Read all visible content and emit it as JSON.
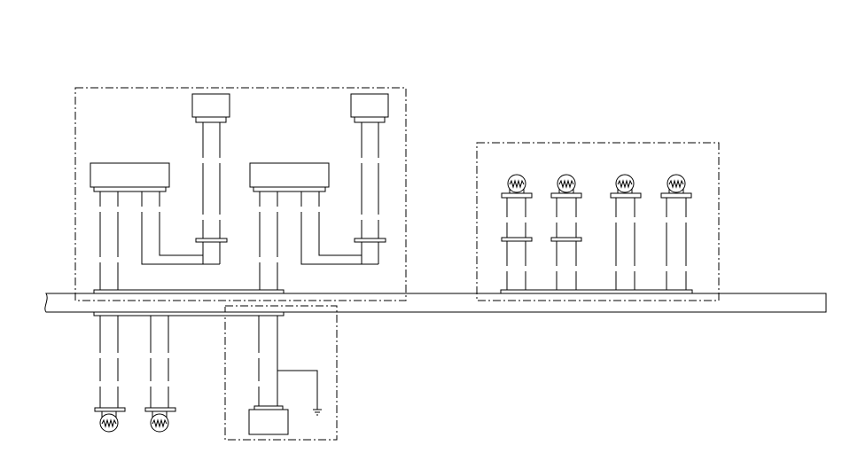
{
  "diagram": {
    "background": "#ffffff",
    "stroke": "#000000",
    "components": [
      {
        "name": "main-pipe",
        "kind": "horizontal-pipe"
      },
      {
        "name": "left-equipment-group",
        "kind": "dash-dot-enclosure"
      },
      {
        "name": "right-sensor-group",
        "kind": "dash-dot-enclosure"
      },
      {
        "name": "bottom-grounding-group",
        "kind": "dash-dot-enclosure"
      },
      {
        "name": "top-unit-left",
        "kind": "box"
      },
      {
        "name": "top-unit-right",
        "kind": "box"
      },
      {
        "name": "tank-left",
        "kind": "box"
      },
      {
        "name": "tank-right",
        "kind": "box"
      },
      {
        "name": "gauge-right-1",
        "kind": "gauge-icon"
      },
      {
        "name": "gauge-right-2",
        "kind": "gauge-icon"
      },
      {
        "name": "gauge-right-3",
        "kind": "gauge-icon"
      },
      {
        "name": "gauge-right-4",
        "kind": "gauge-icon"
      },
      {
        "name": "gauge-bottom-1",
        "kind": "gauge-icon"
      },
      {
        "name": "gauge-bottom-2",
        "kind": "gauge-icon"
      },
      {
        "name": "pump-box",
        "kind": "box"
      },
      {
        "name": "ground-symbol",
        "kind": "ground-icon"
      }
    ]
  }
}
